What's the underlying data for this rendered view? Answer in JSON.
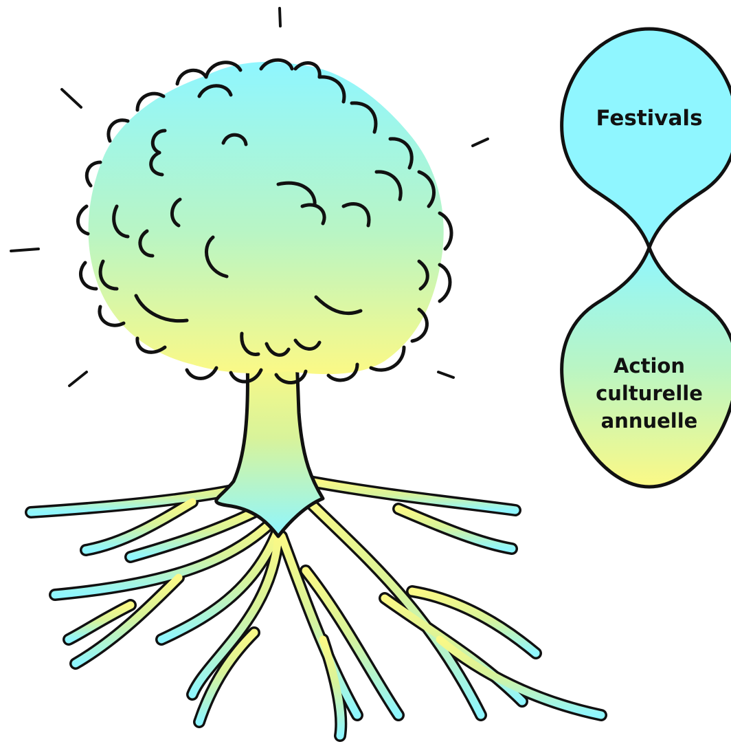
{
  "bubbles": {
    "top_label": "Festivals",
    "bottom_lines": [
      "Action",
      "culturelle",
      "annuelle"
    ]
  },
  "colors": {
    "gradient_top": "#8ff6ff",
    "gradient_mid": "#b9f5c4",
    "gradient_bottom": "#fbf986",
    "outline": "#111111"
  },
  "icons": {
    "tree": "tree-illustration",
    "rays": "sparkle-rays",
    "bubbles": "hourglass-bubbles"
  }
}
